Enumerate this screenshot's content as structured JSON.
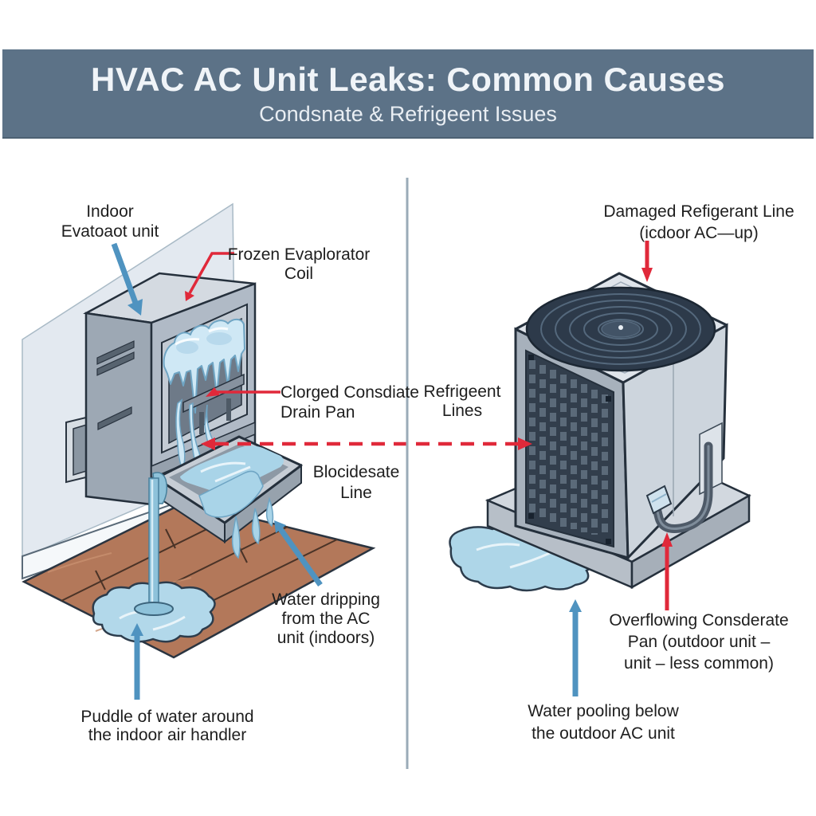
{
  "header": {
    "title": "HVAC AC Unit Leaks: Common Causes",
    "subtitle": "Condsnate & Refrigeent Issues"
  },
  "labels": {
    "indoor_unit": {
      "lines": [
        "Indoor",
        "Evatoaot unit"
      ]
    },
    "frozen_coil": {
      "lines": [
        "Frozen Evaplorator",
        "Coil"
      ]
    },
    "clogged_drain_pan": {
      "lines": [
        "Clorged Consdiate",
        "Drain Pan"
      ]
    },
    "refrigerant_lines": {
      "lines": [
        "Refrigeent",
        "Lines"
      ]
    },
    "blocked_line": {
      "lines": [
        "Blocidesate",
        "Line"
      ]
    },
    "water_dripping": {
      "lines": [
        "Water dripping",
        "from the AC",
        "unit (indoors)"
      ]
    },
    "puddle_indoor": {
      "lines": [
        "Puddle of water around",
        "the indoor air handler"
      ]
    },
    "damaged_refrigerant": {
      "lines": [
        "Damaged Refigerant Line",
        "(icdoor AC—up)"
      ]
    },
    "overflowing_pan": {
      "lines": [
        "Overflowing Consderate",
        "Pan (outdoor unit –",
        "unit – less common)"
      ]
    },
    "water_pooling": {
      "lines": [
        "Water pooling below",
        "the outdoor AC unit"
      ]
    }
  },
  "colors": {
    "header_bg": "#5c7287",
    "header_text": "#f0f4f8",
    "label_text": "#1e1e1e",
    "arrow_red": "#e0293a",
    "arrow_blue": "#4f93c0",
    "divider": "#9aabb8",
    "wall": "#e3e9f0",
    "wood": "#b3785a",
    "water": "#a9d4e8",
    "ice": "#cfe8f5",
    "cabinet_front": "#b0bac6",
    "grille_dark": "#323e4c"
  }
}
